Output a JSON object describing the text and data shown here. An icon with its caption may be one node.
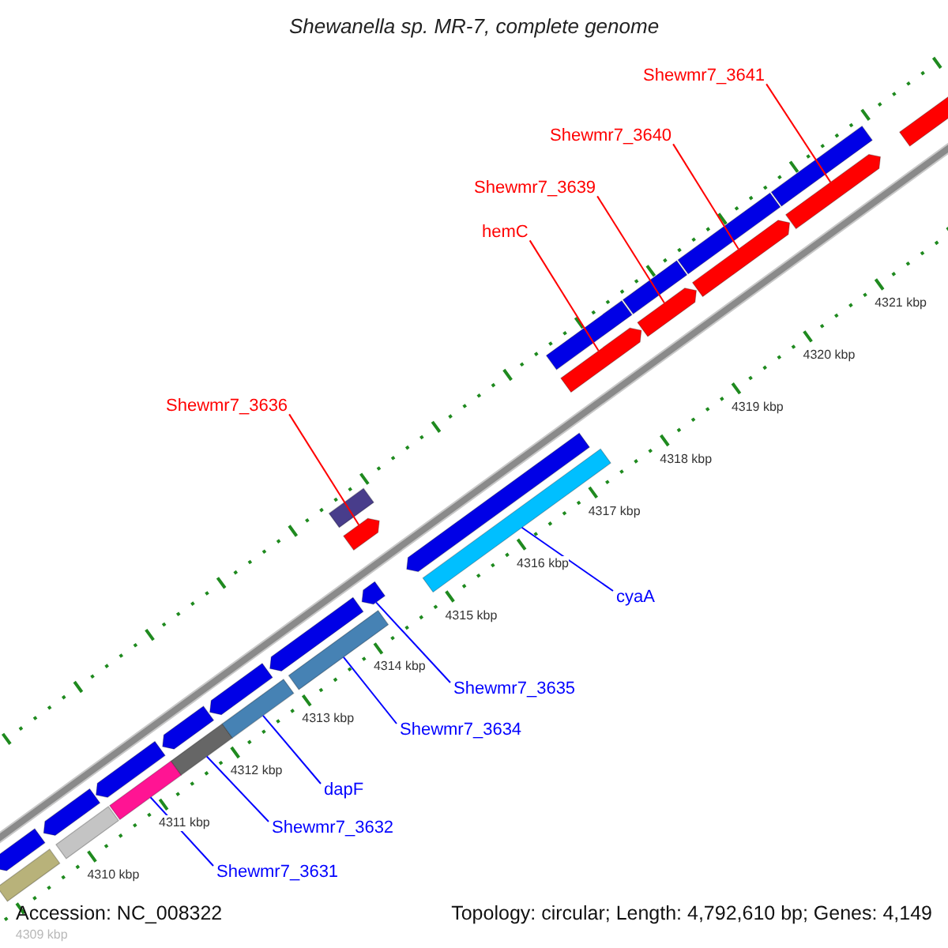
{
  "diagram": {
    "title": "Shewanella sp. MR-7, complete genome",
    "nodes": [
      {
        "text": [
          "Shewmr7_3641"
        ]
      },
      {
        "text": [
          "Shewmr7_3640"
        ]
      },
      {
        "text": [
          "Shewmr7_3639"
        ]
      },
      {
        "text": [
          "hemC"
        ]
      },
      {
        "text": [
          "Shewmr7_3636"
        ]
      },
      {
        "text": [
          "cyaA"
        ]
      },
      {
        "text": [
          "Shewmr7_3635"
        ]
      },
      {
        "text": [
          "Shewmr7_3634"
        ]
      },
      {
        "text": [
          "dapF"
        ]
      },
      {
        "text": [
          "Shewmr7_3632"
        ]
      },
      {
        "text": [
          "Shewmr7_3631"
        ]
      },
      {
        "text": [],
        "shape": "bar"
      },
      {
        "text": [],
        "shape": "bar"
      },
      {
        "text": [],
        "shape": "bar"
      },
      {
        "text": [],
        "shape": "bar"
      },
      {
        "text": [],
        "shape": "pentagon"
      },
      {
        "text": [],
        "shape": "pentagon"
      },
      {
        "text": [],
        "shape": "bar"
      },
      {
        "text": [],
        "shape": "pentagon"
      },
      {
        "text": [],
        "shape": "pentagon"
      },
      {
        "text": [],
        "shape": "pentagon"
      },
      {
        "text": [],
        "shape": "pentagon"
      }
    ],
    "edges": [
      {
        "from": 0,
        "to": 21,
        "arrow": "none",
        "color": "#ff0000"
      },
      {
        "from": 1,
        "to": 20,
        "arrow": "none",
        "color": "#ff0000"
      },
      {
        "from": 2,
        "to": 19,
        "arrow": "none",
        "color": "#ff0000"
      },
      {
        "from": 3,
        "to": 18,
        "arrow": "none",
        "color": "#ff0000"
      },
      {
        "from": 4,
        "to": 15,
        "arrow": "none",
        "color": "#ff0000"
      },
      {
        "from": 5,
        "to": 17,
        "arrow": "none"
      },
      {
        "from": 6,
        "to": 16,
        "arrow": "none"
      },
      {
        "from": 7,
        "to": 14,
        "arrow": "none"
      },
      {
        "from": 8,
        "to": 13,
        "arrow": "none"
      },
      {
        "from": 9,
        "to": 12,
        "arrow": "none"
      },
      {
        "from": 10,
        "to": 11,
        "arrow": "none"
      }
    ],
    "labels": [
      "4309 kbp",
      "4310 kbp",
      "4311 kbp",
      "4312 kbp",
      "4313 kbp",
      "4314 kbp",
      "4315 kbp",
      "4316 kbp",
      "4317 kbp",
      "4318 kbp",
      "4319 kbp",
      "4320 kbp",
      "4321 kbp",
      "Accession: NC_008322",
      "Topology: circular; Length: 4,792,610 bp; Genes: 4,149"
    ]
  }
}
